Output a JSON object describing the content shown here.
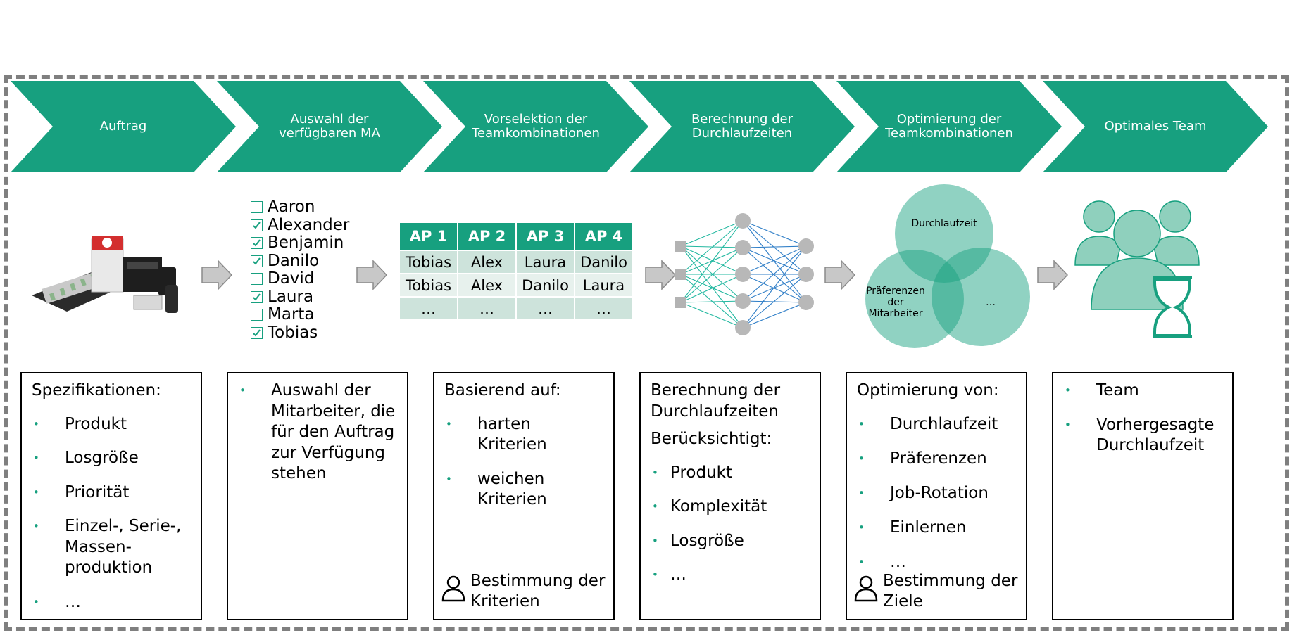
{
  "colors": {
    "accent": "#17a07f",
    "light_green": "#8fd0bd",
    "grey": "#7f7f7f"
  },
  "steps": [
    {
      "label": "Auftrag"
    },
    {
      "label": "Auswahl der\nverfügbaren MA"
    },
    {
      "label": "Vorselektion der\nTeamkombinationen"
    },
    {
      "label": "Berechnung der\nDurchlaufzeiten"
    },
    {
      "label": "Optimierung der\nTeamkombinationen"
    },
    {
      "label": "Optimales Team"
    }
  ],
  "employees": [
    {
      "name": "Aaron",
      "checked": false
    },
    {
      "name": "Alexander",
      "checked": true
    },
    {
      "name": "Benjamin",
      "checked": true
    },
    {
      "name": "Danilo",
      "checked": true
    },
    {
      "name": "David",
      "checked": false
    },
    {
      "name": "Laura",
      "checked": true
    },
    {
      "name": "Marta",
      "checked": false
    },
    {
      "name": "Tobias",
      "checked": true
    }
  ],
  "team_table": {
    "headers": [
      "AP 1",
      "AP 2",
      "AP 3",
      "AP 4"
    ],
    "rows": [
      [
        "Tobias",
        "Alex",
        "Laura",
        "Danilo"
      ],
      [
        "Tobias",
        "Alex",
        "Danilo",
        "Laura"
      ],
      [
        "…",
        "…",
        "…",
        "…"
      ]
    ]
  },
  "venn": {
    "top": "Durchlaufzeit",
    "left": "Präferenzen\nder\nMitarbeiter",
    "right": "…"
  },
  "icons": [
    "machine-products-image",
    "neural-network-icon",
    "venn-diagram",
    "team-hourglass-icon",
    "person-icon",
    "checkbox-icon",
    "grey-arrow-icon"
  ],
  "boxes": [
    {
      "title": "Spezifikationen:",
      "items": [
        "Produkt",
        "Losgröße",
        "Priorität",
        "Einzel-, Serie-, Massen-produktion",
        "…"
      ]
    },
    {
      "title": "",
      "items": [
        "Auswahl der Mitarbeiter, die für den Auftrag zur Verfügung stehen"
      ]
    },
    {
      "title": "Basierend auf:",
      "items": [
        "harten Kriterien",
        "weichen Kriterien"
      ],
      "footer": "Bestimmung der\nKriterien"
    },
    {
      "title": "Berechnung der Durchlaufzeiten",
      "subtitle": "Berücksichtigt:",
      "items": [
        "Produkt",
        "Komplexität",
        "Losgröße",
        "…"
      ]
    },
    {
      "title": "Optimierung von:",
      "items": [
        "Durchlaufzeit",
        "Präferenzen",
        "Job-Rotation",
        "Einlernen",
        "…"
      ],
      "footer": "Bestimmung der\nZiele"
    },
    {
      "title": "",
      "items": [
        "Team",
        "Vorhergesagte Durchlaufzeit"
      ]
    }
  ]
}
